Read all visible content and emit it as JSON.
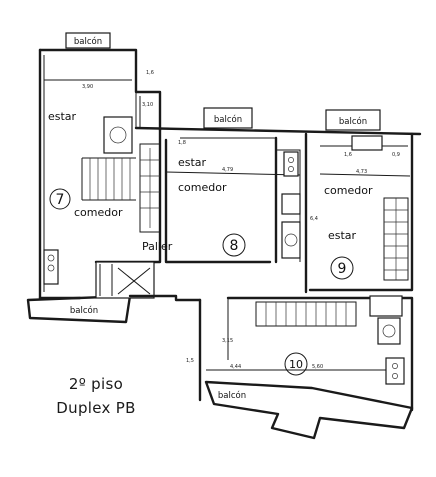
{
  "floor_label": "2º piso",
  "subtitle": "Duplex PB",
  "units": {
    "u7": "7",
    "u8": "8",
    "u9": "9",
    "u10": "10"
  },
  "rooms": {
    "u7_estar": "estar",
    "u7_comedor": "comedor",
    "u8_estar": "estar",
    "u8_comedor": "comedor",
    "u9_comedor": "comedor",
    "u9_estar": "estar",
    "paller": "Paller"
  },
  "balconies": {
    "top_left": "balcón",
    "unit8": "balcón",
    "unit9": "balcón",
    "left": "balcón",
    "bottom": "balcón"
  },
  "dimensions": {
    "d_390": "3,90",
    "d_16": "1,6",
    "d_310": "3,10",
    "d_18": "1,8",
    "d_479": "4,79",
    "d_16b": "1,6",
    "d_09": "0,9",
    "d_473": "4,73",
    "d_64": "6,4",
    "d_560": "5,60",
    "d_444": "4,44",
    "d_15": "1,5",
    "d_315": "3,15"
  }
}
